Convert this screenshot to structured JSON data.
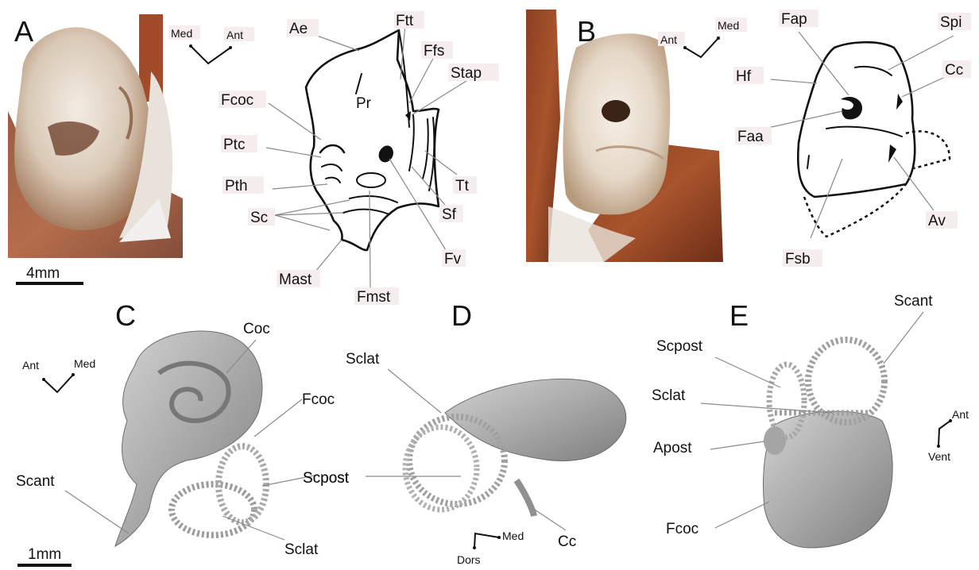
{
  "panels": {
    "A": {
      "letter": "A",
      "orientation": [
        "Med",
        "Ant"
      ],
      "labels": [
        "Ae",
        "Ftt",
        "Ffs",
        "Stap",
        "Fcoc",
        "Pr",
        "Ptc",
        "Pth",
        "Tt",
        "Sf",
        "Sc",
        "Mast",
        "Fmst",
        "Fv"
      ],
      "scale": "4mm"
    },
    "B": {
      "letter": "B",
      "orientation": [
        "Ant",
        "Med"
      ],
      "labels": [
        "Fap",
        "Spi",
        "Hf",
        "Cc",
        "Faa",
        "Av",
        "Fsb"
      ]
    },
    "C": {
      "letter": "C",
      "orientation": [
        "Ant",
        "Med"
      ],
      "labels": [
        "Coc",
        "Fcoc",
        "Scpost",
        "Scant",
        "Sclat"
      ],
      "scale": "1mm"
    },
    "D": {
      "letter": "D",
      "orientation": [
        "Dors",
        "Med"
      ],
      "labels": [
        "Sclat",
        "Scpost",
        "Cc"
      ]
    },
    "E": {
      "letter": "E",
      "orientation": [
        "Ant",
        "Vent"
      ],
      "labels": [
        "Scpost",
        "Scant",
        "Sclat",
        "Apost",
        "Fcoc"
      ]
    }
  }
}
